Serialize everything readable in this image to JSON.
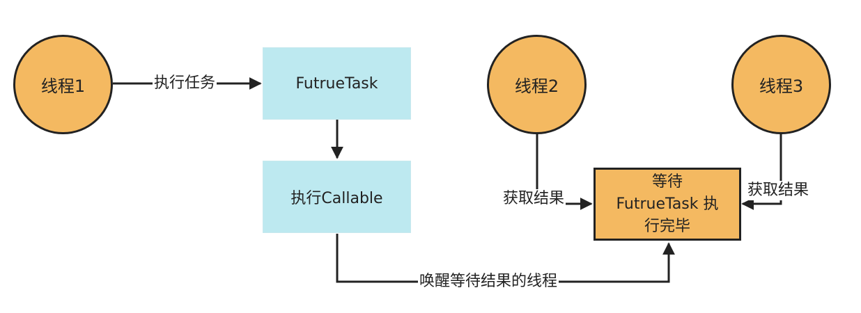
{
  "colors": {
    "thread_fill": "#f4b961",
    "task_fill": "#bde9f0",
    "wait_fill": "#f4b961",
    "stroke": "#222222"
  },
  "nodes": {
    "thread1": "线程1",
    "thread2": "线程2",
    "thread3": "线程3",
    "futuretask": "FutrueTask",
    "exec_callable": "执行Callable",
    "wait": {
      "line1": "等待",
      "line2": "FutrueTask 执",
      "line3": "行完毕"
    }
  },
  "edges": {
    "execute_task": "执行任务",
    "get_result_2": "获取结果",
    "get_result_3": "获取结果",
    "wake_waiting": "唤醒等待结果的线程"
  }
}
